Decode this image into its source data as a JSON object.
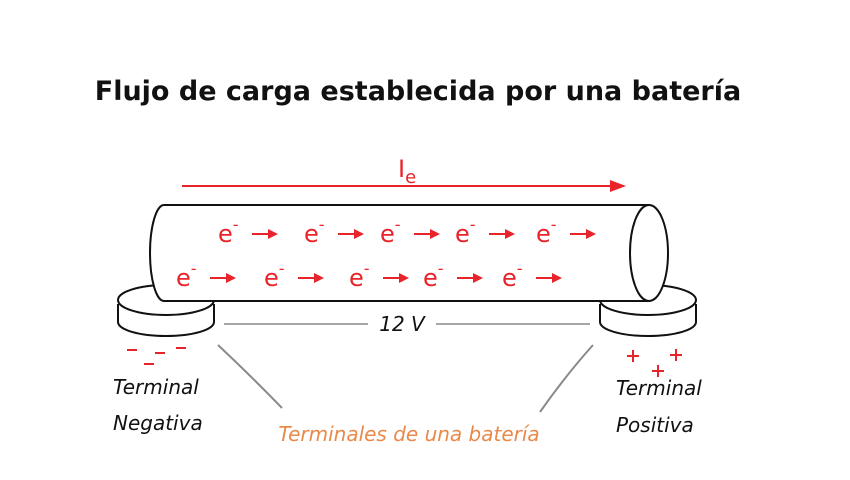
{
  "title": "Flujo de carga establecida por una batería",
  "current": {
    "symbol": "I",
    "subscript": "e"
  },
  "electron": {
    "symbol": "e",
    "superscript": "-"
  },
  "voltage_label": "12 V",
  "negative_terminal": {
    "line1": "Terminal",
    "line2": "Negativa",
    "signs": [
      "-",
      "-",
      "-",
      "-"
    ]
  },
  "positive_terminal": {
    "line1": "Terminal",
    "line2": "Positiva",
    "signs": [
      "+",
      "+",
      "+"
    ]
  },
  "caption": "Terminales de una batería",
  "colors": {
    "red": "#e8232a",
    "orange": "#e9894a",
    "ink": "#111111",
    "gray": "#8a8a8a"
  }
}
